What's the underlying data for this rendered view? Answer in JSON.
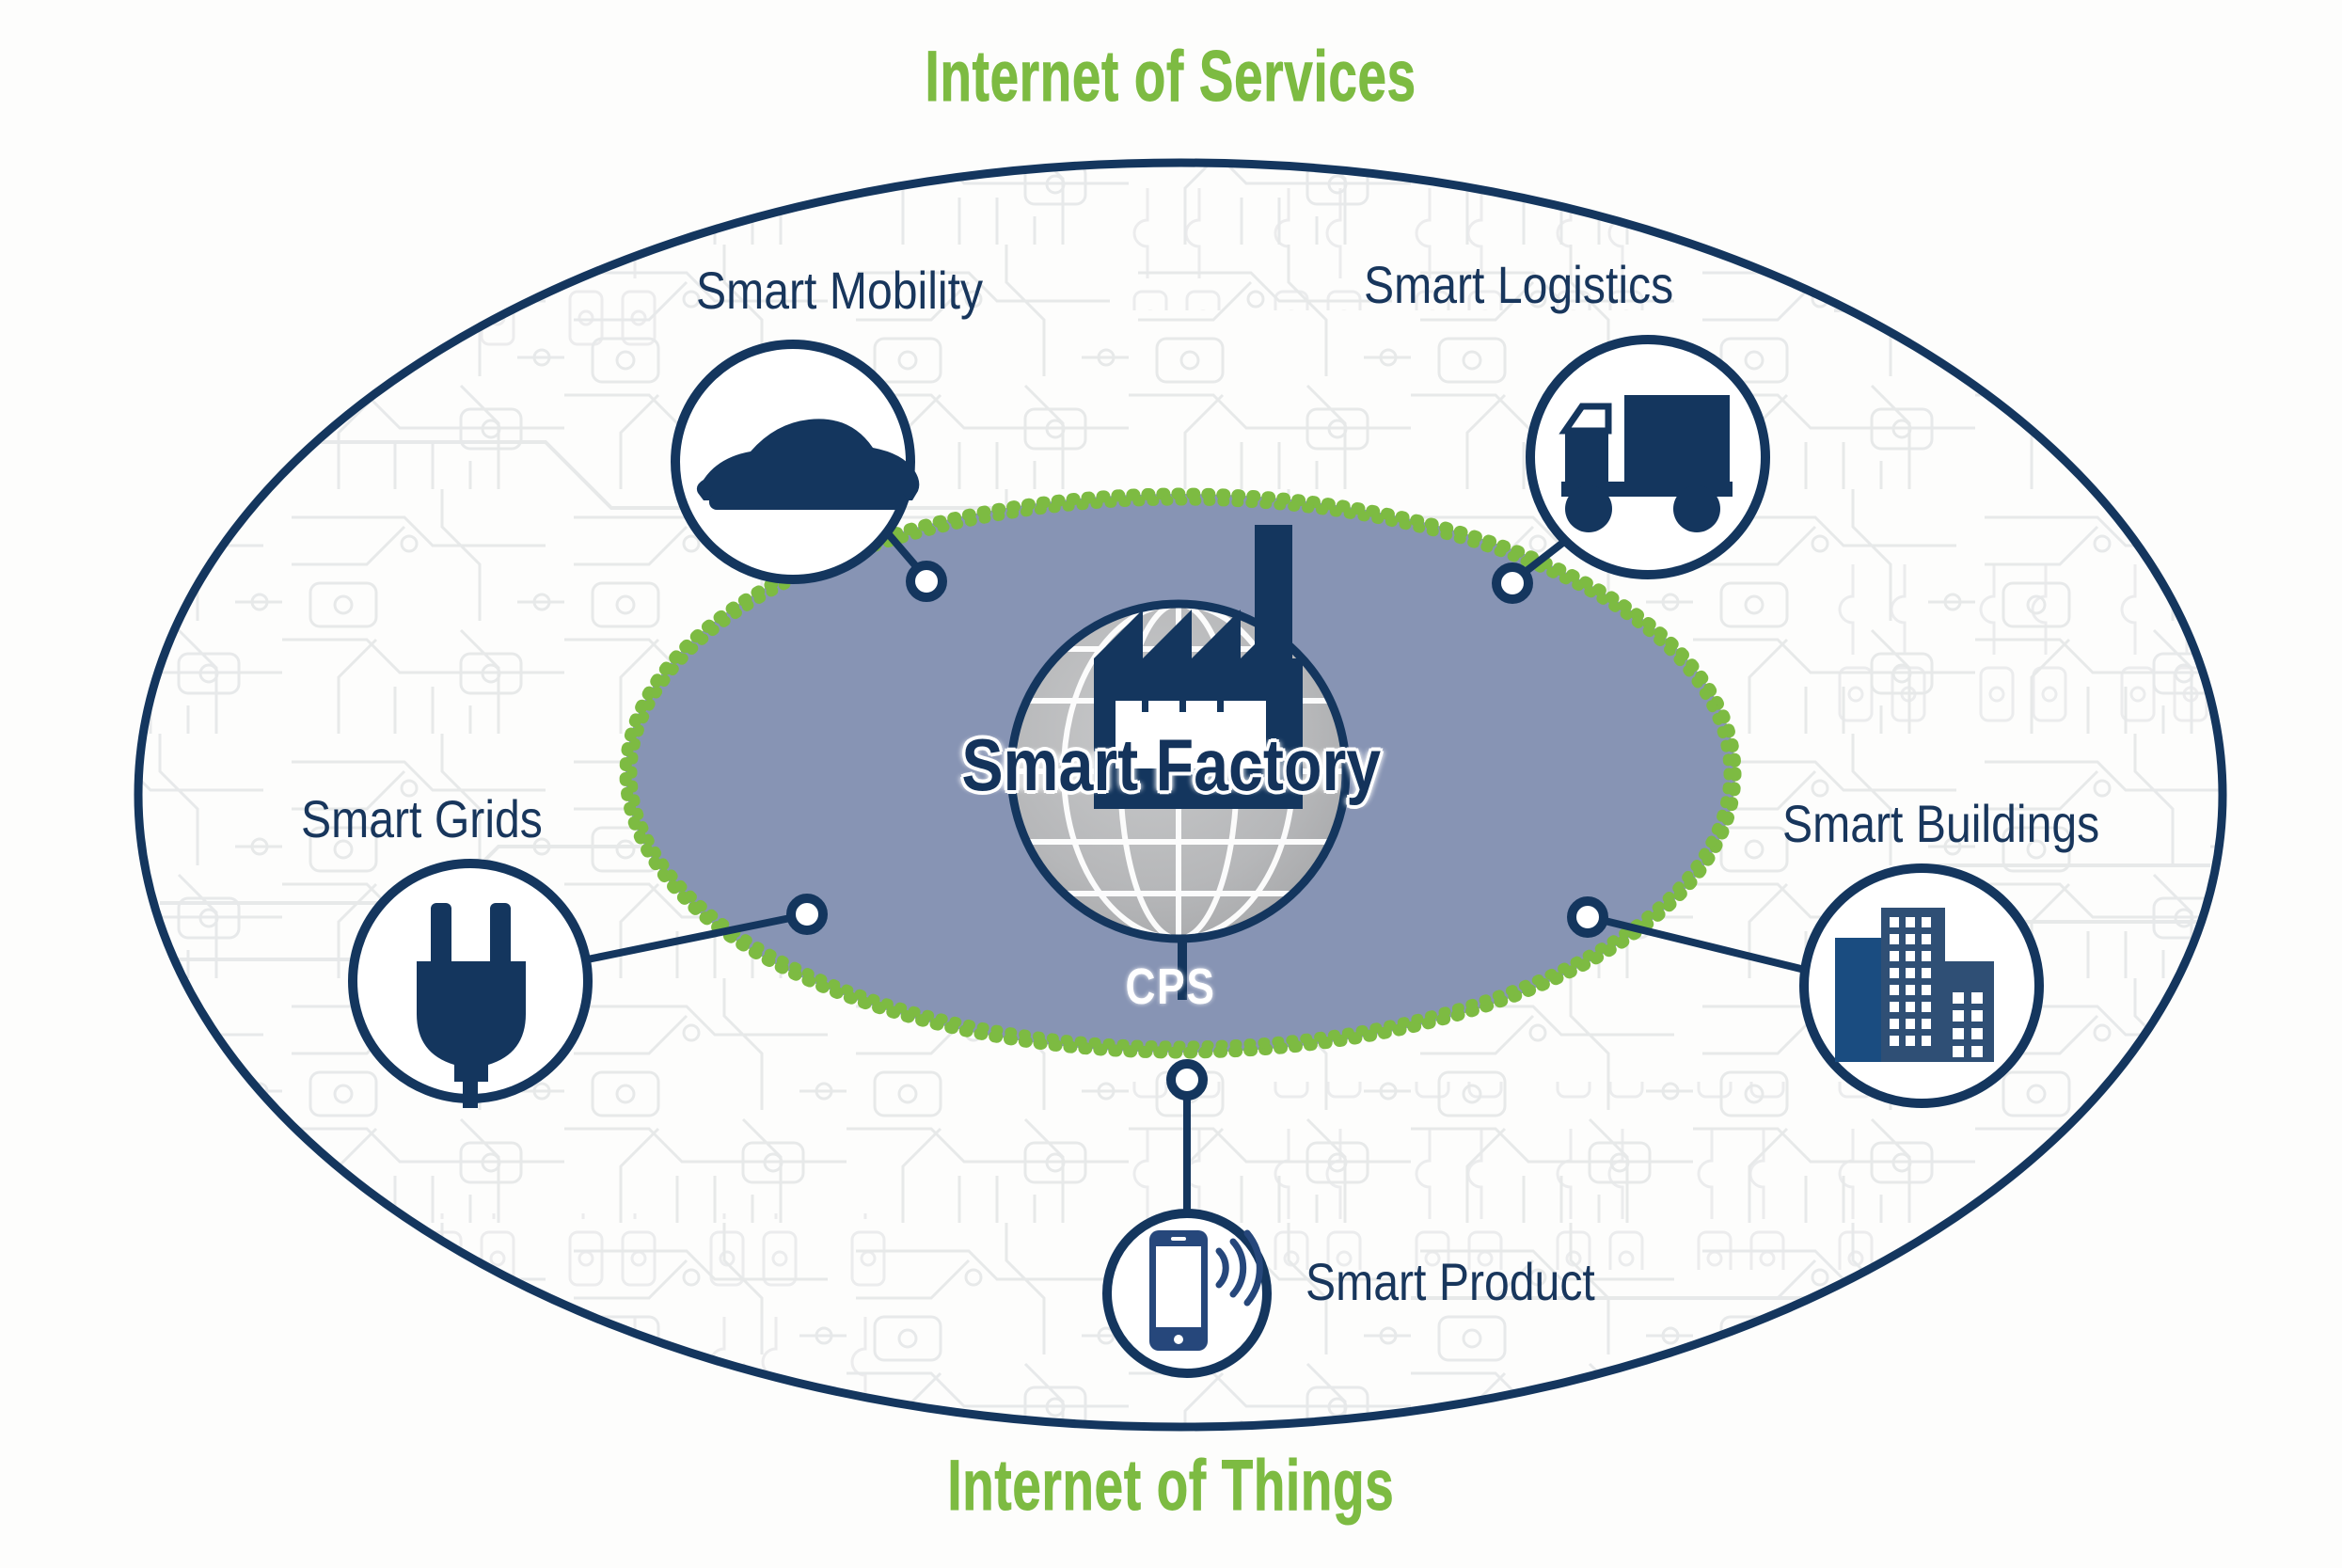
{
  "diagram": {
    "title_top": "Internet of Services",
    "title_bottom": "Internet of Things",
    "center": {
      "label": "Smart Factory",
      "sub_label": "CPS",
      "icon": "globe-factory-icon"
    },
    "nodes": [
      {
        "id": "smart-mobility",
        "label": "Smart Mobility",
        "icon": "car-icon"
      },
      {
        "id": "smart-logistics",
        "label": "Smart Logistics",
        "icon": "truck-icon"
      },
      {
        "id": "smart-grids",
        "label": "Smart Grids",
        "icon": "power-plug-icon"
      },
      {
        "id": "smart-buildings",
        "label": "Smart Buildings",
        "icon": "buildings-icon"
      },
      {
        "id": "smart-product",
        "label": "Smart Product",
        "icon": "smartphone-signal-icon"
      }
    ],
    "colors": {
      "green": "#7DBB42",
      "navy": "#14365E",
      "slate_fill": "#8794B4",
      "globe_grey": "#B9BABC",
      "background": "#FDFDFC",
      "circuit_grey": "#E3E5E6"
    }
  },
  "chart_data": {
    "type": "diagram",
    "title": "Internet of Services / Internet of Things",
    "center_node": "Smart Factory",
    "center_sub": "CPS",
    "outer_boundary": "Internet of Services (top) / Internet of Things (bottom)",
    "inner_boundary": "Smart Factory domain (green dotted ellipse)",
    "spokes": [
      "Smart Mobility",
      "Smart Logistics",
      "Smart Grids",
      "Smart Buildings",
      "Smart Product"
    ]
  }
}
